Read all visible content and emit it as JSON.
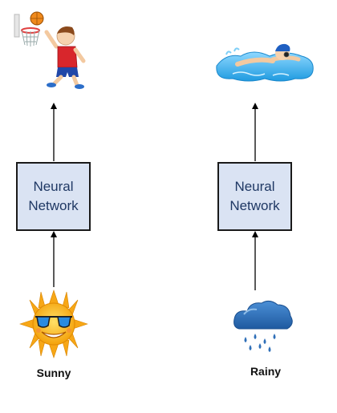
{
  "left_column": {
    "input_label": "Sunny",
    "input_icon": "sun-with-sunglasses-icon",
    "model": {
      "line1": "Neural",
      "line2": "Network"
    },
    "output_icon": "basketball-player-icon"
  },
  "right_column": {
    "input_label": "Rainy",
    "input_icon": "rain-cloud-icon",
    "model": {
      "line1": "Neural",
      "line2": "Network"
    },
    "output_icon": "swimmer-icon"
  },
  "colors": {
    "box_fill": "#dae3f3",
    "box_border": "#1a1a1a",
    "box_text": "#1f3864",
    "arrow": "#000000",
    "sun": "#f7b318",
    "cloud": "#2f6fb8",
    "water": "#2fa8e8"
  }
}
